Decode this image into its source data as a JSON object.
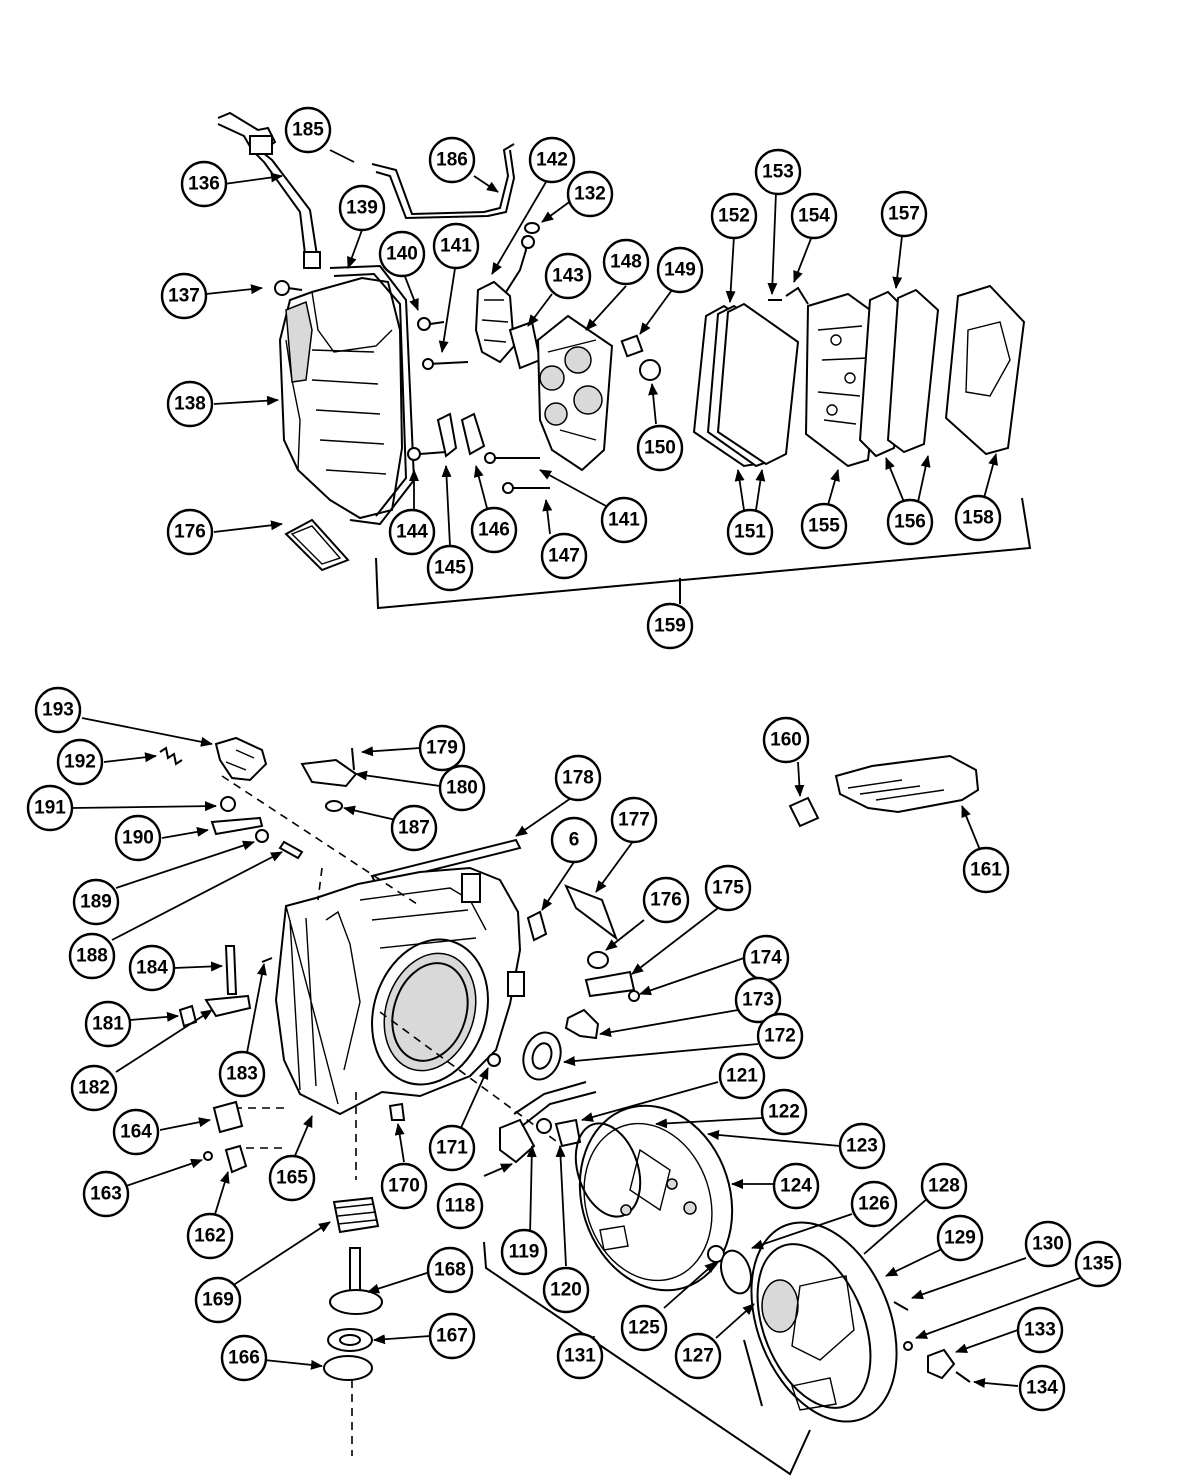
{
  "callouts": [
    {
      "id": "185",
      "label": "185"
    },
    {
      "id": "186",
      "label": "186"
    },
    {
      "id": "142",
      "label": "142"
    },
    {
      "id": "132",
      "label": "132"
    },
    {
      "id": "136",
      "label": "136"
    },
    {
      "id": "139",
      "label": "139"
    },
    {
      "id": "140",
      "label": "140"
    },
    {
      "id": "141a",
      "label": "141"
    },
    {
      "id": "143",
      "label": "143"
    },
    {
      "id": "148",
      "label": "148"
    },
    {
      "id": "149",
      "label": "149"
    },
    {
      "id": "137",
      "label": "137"
    },
    {
      "id": "138",
      "label": "138"
    },
    {
      "id": "150",
      "label": "150"
    },
    {
      "id": "144",
      "label": "144"
    },
    {
      "id": "145",
      "label": "145"
    },
    {
      "id": "146",
      "label": "146"
    },
    {
      "id": "141b",
      "label": "141"
    },
    {
      "id": "147",
      "label": "147"
    },
    {
      "id": "176a",
      "label": "176"
    },
    {
      "id": "159",
      "label": "159"
    },
    {
      "id": "152",
      "label": "152"
    },
    {
      "id": "153",
      "label": "153"
    },
    {
      "id": "154",
      "label": "154"
    },
    {
      "id": "157",
      "label": "157"
    },
    {
      "id": "151",
      "label": "151"
    },
    {
      "id": "155",
      "label": "155"
    },
    {
      "id": "156",
      "label": "156"
    },
    {
      "id": "158",
      "label": "158"
    },
    {
      "id": "193",
      "label": "193"
    },
    {
      "id": "192",
      "label": "192"
    },
    {
      "id": "191",
      "label": "191"
    },
    {
      "id": "190",
      "label": "190"
    },
    {
      "id": "189",
      "label": "189"
    },
    {
      "id": "188",
      "label": "188"
    },
    {
      "id": "179",
      "label": "179"
    },
    {
      "id": "180",
      "label": "180"
    },
    {
      "id": "187",
      "label": "187"
    },
    {
      "id": "178",
      "label": "178"
    },
    {
      "id": "6",
      "label": "6"
    },
    {
      "id": "177",
      "label": "177"
    },
    {
      "id": "176b",
      "label": "176"
    },
    {
      "id": "175",
      "label": "175"
    },
    {
      "id": "174",
      "label": "174"
    },
    {
      "id": "173",
      "label": "173"
    },
    {
      "id": "172",
      "label": "172"
    },
    {
      "id": "160",
      "label": "160"
    },
    {
      "id": "161",
      "label": "161"
    },
    {
      "id": "184",
      "label": "184"
    },
    {
      "id": "181",
      "label": "181"
    },
    {
      "id": "182",
      "label": "182"
    },
    {
      "id": "183",
      "label": "183"
    },
    {
      "id": "164",
      "label": "164"
    },
    {
      "id": "163",
      "label": "163"
    },
    {
      "id": "162",
      "label": "162"
    },
    {
      "id": "165",
      "label": "165"
    },
    {
      "id": "170",
      "label": "170"
    },
    {
      "id": "171",
      "label": "171"
    },
    {
      "id": "121",
      "label": "121"
    },
    {
      "id": "122",
      "label": "122"
    },
    {
      "id": "123",
      "label": "123"
    },
    {
      "id": "124",
      "label": "124"
    },
    {
      "id": "118",
      "label": "118"
    },
    {
      "id": "119",
      "label": "119"
    },
    {
      "id": "120",
      "label": "120"
    },
    {
      "id": "126",
      "label": "126"
    },
    {
      "id": "128",
      "label": "128"
    },
    {
      "id": "129",
      "label": "129"
    },
    {
      "id": "130",
      "label": "130"
    },
    {
      "id": "135",
      "label": "135"
    },
    {
      "id": "125",
      "label": "125"
    },
    {
      "id": "127",
      "label": "127"
    },
    {
      "id": "133",
      "label": "133"
    },
    {
      "id": "134",
      "label": "134"
    },
    {
      "id": "131",
      "label": "131"
    },
    {
      "id": "169",
      "label": "169"
    },
    {
      "id": "168",
      "label": "168"
    },
    {
      "id": "167",
      "label": "167"
    },
    {
      "id": "166",
      "label": "166"
    }
  ]
}
